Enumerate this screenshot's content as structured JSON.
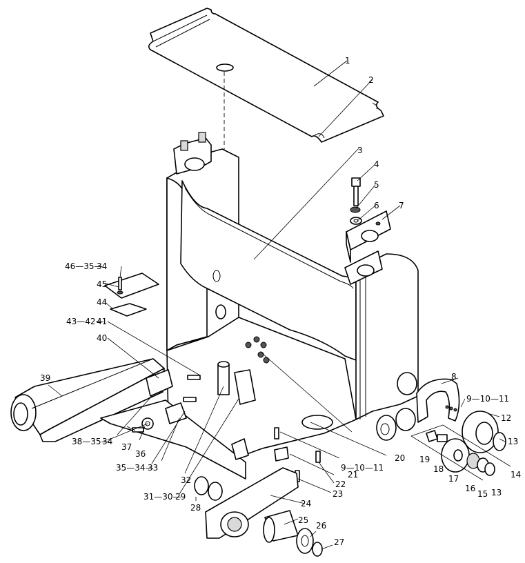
{
  "callouts": [
    "1",
    "2",
    "3",
    "4",
    "5",
    "6",
    "7",
    "8",
    "9—10—11",
    "12",
    "13",
    "14",
    "13",
    "15",
    "16",
    "17",
    "18",
    "19",
    "9—10—11",
    "20",
    "21",
    "22",
    "23",
    "24",
    "25",
    "26",
    "27",
    "28",
    "31—30—",
    "29",
    "32",
    "33",
    "35—34—",
    "36",
    "37",
    "38—35—",
    "34",
    "39",
    "40",
    "43—42—",
    "41",
    "44",
    "45",
    "46—35—",
    "34"
  ]
}
